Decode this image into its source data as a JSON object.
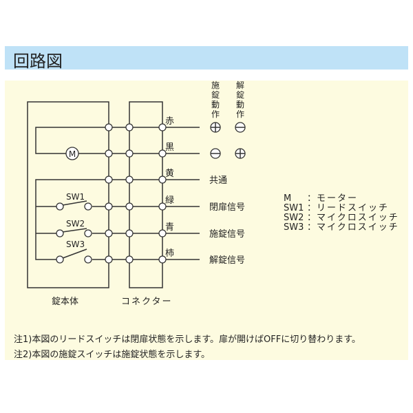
{
  "header": {
    "title": "回路図"
  },
  "columns": {
    "lock_action": [
      "施",
      "錠",
      "動",
      "作"
    ],
    "unlock_action": [
      "解",
      "錠",
      "動",
      "作"
    ]
  },
  "rows": [
    {
      "color": "赤",
      "signal": "",
      "lock_symbol": "plus",
      "unlock_symbol": "minus"
    },
    {
      "color": "黒",
      "signal": "",
      "lock_symbol": "minus",
      "unlock_symbol": "plus"
    },
    {
      "color": "黄",
      "signal": "共通"
    },
    {
      "color": "緑",
      "signal": "閉扉信号"
    },
    {
      "color": "青",
      "signal": "施錠信号"
    },
    {
      "color": "柿",
      "signal": "解錠信号"
    }
  ],
  "components": {
    "motor": "M",
    "sw1": "SW1",
    "sw2": "SW2",
    "sw3": "SW3"
  },
  "captions": {
    "lock_body": "錠本体",
    "connector": "コネクター"
  },
  "legend": [
    {
      "key": "M",
      "sep": "：",
      "value": "モーター"
    },
    {
      "key": "SW1",
      "sep": "：",
      "value": "リードスイッチ"
    },
    {
      "key": "SW2",
      "sep": "：",
      "value": "マイクロスイッチ"
    },
    {
      "key": "SW3",
      "sep": "：",
      "value": "マイクロスイッチ"
    }
  ],
  "notes": [
    "注1)本図のリードスイッチは閉扉状態を示します。扉が開けばOFFに切り替わります。",
    "注2)本図の施錠スイッチは施錠状態を示します。"
  ],
  "colors": {
    "header_bg": "#bfe2f7",
    "panel_bg": "#fdfbe0"
  }
}
